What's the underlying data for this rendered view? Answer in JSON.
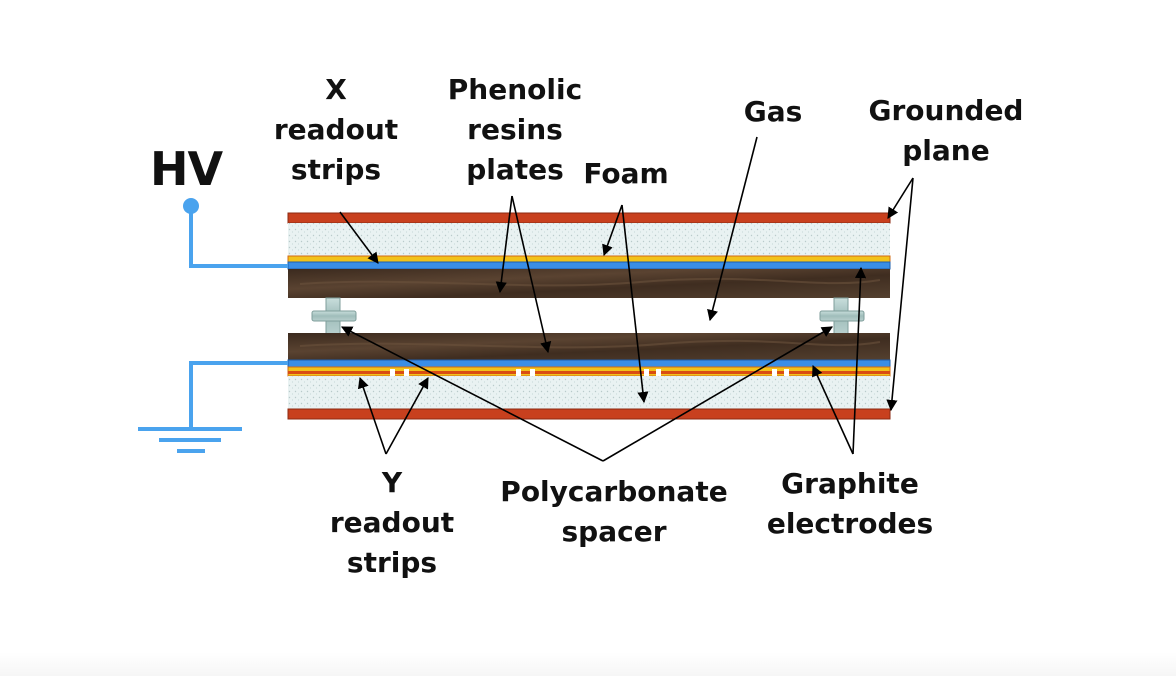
{
  "labels": {
    "hv": "HV",
    "x_readout": [
      "X",
      "readout",
      "strips"
    ],
    "phenolic": [
      "Phenolic",
      "resins",
      "plates"
    ],
    "foam": "Foam",
    "gas": "Gas",
    "grounded_plane": [
      "Grounded",
      "plane"
    ],
    "y_readout": [
      "Y",
      "readout",
      "strips"
    ],
    "polycarbonate_spacer": [
      "Polycarbonate",
      "spacer"
    ],
    "graphite_electrodes": [
      "Graphite",
      "electrodes"
    ]
  },
  "colors": {
    "ground_plane": "#c8401e",
    "foam": "#e9f2f2",
    "readout_strip": "#f2c21a",
    "graphite": "#3a8ee6",
    "bakelite": "#4a3425",
    "spacer": "#a9c6c4",
    "wire": "#4aa3ee"
  },
  "icons": {
    "hv_terminal": "hv-terminal-icon",
    "ground": "ground-symbol-icon"
  }
}
